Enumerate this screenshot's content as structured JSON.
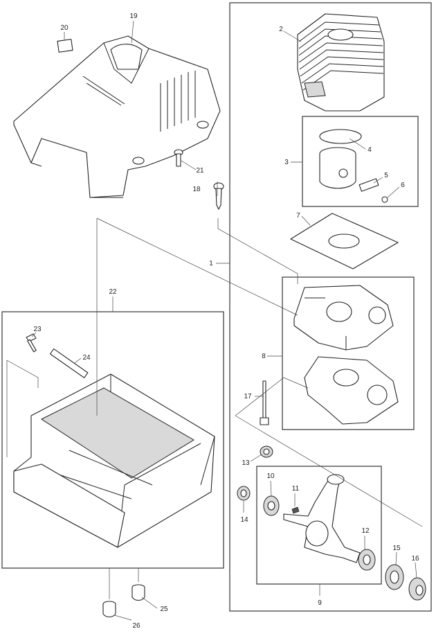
{
  "parts": [
    {
      "id": "p1",
      "number": "1"
    },
    {
      "id": "p2",
      "number": "2"
    },
    {
      "id": "p3",
      "number": "3"
    },
    {
      "id": "p4",
      "number": "4"
    },
    {
      "id": "p5",
      "number": "5"
    },
    {
      "id": "p6",
      "number": "6"
    },
    {
      "id": "p7",
      "number": "7"
    },
    {
      "id": "p8",
      "number": "8"
    },
    {
      "id": "p9",
      "number": "9"
    },
    {
      "id": "p10",
      "number": "10"
    },
    {
      "id": "p11",
      "number": "11"
    },
    {
      "id": "p12",
      "number": "12"
    },
    {
      "id": "p13",
      "number": "13"
    },
    {
      "id": "p14",
      "number": "14"
    },
    {
      "id": "p15",
      "number": "15"
    },
    {
      "id": "p16",
      "number": "16"
    },
    {
      "id": "p17",
      "number": "17"
    },
    {
      "id": "p18",
      "number": "18"
    },
    {
      "id": "p19",
      "number": "19"
    },
    {
      "id": "p20",
      "number": "20"
    },
    {
      "id": "p21",
      "number": "21"
    },
    {
      "id": "p22",
      "number": "22"
    },
    {
      "id": "p23",
      "number": "23"
    },
    {
      "id": "p24",
      "number": "24"
    },
    {
      "id": "p25",
      "number": "25"
    },
    {
      "id": "p26",
      "number": "26"
    }
  ]
}
